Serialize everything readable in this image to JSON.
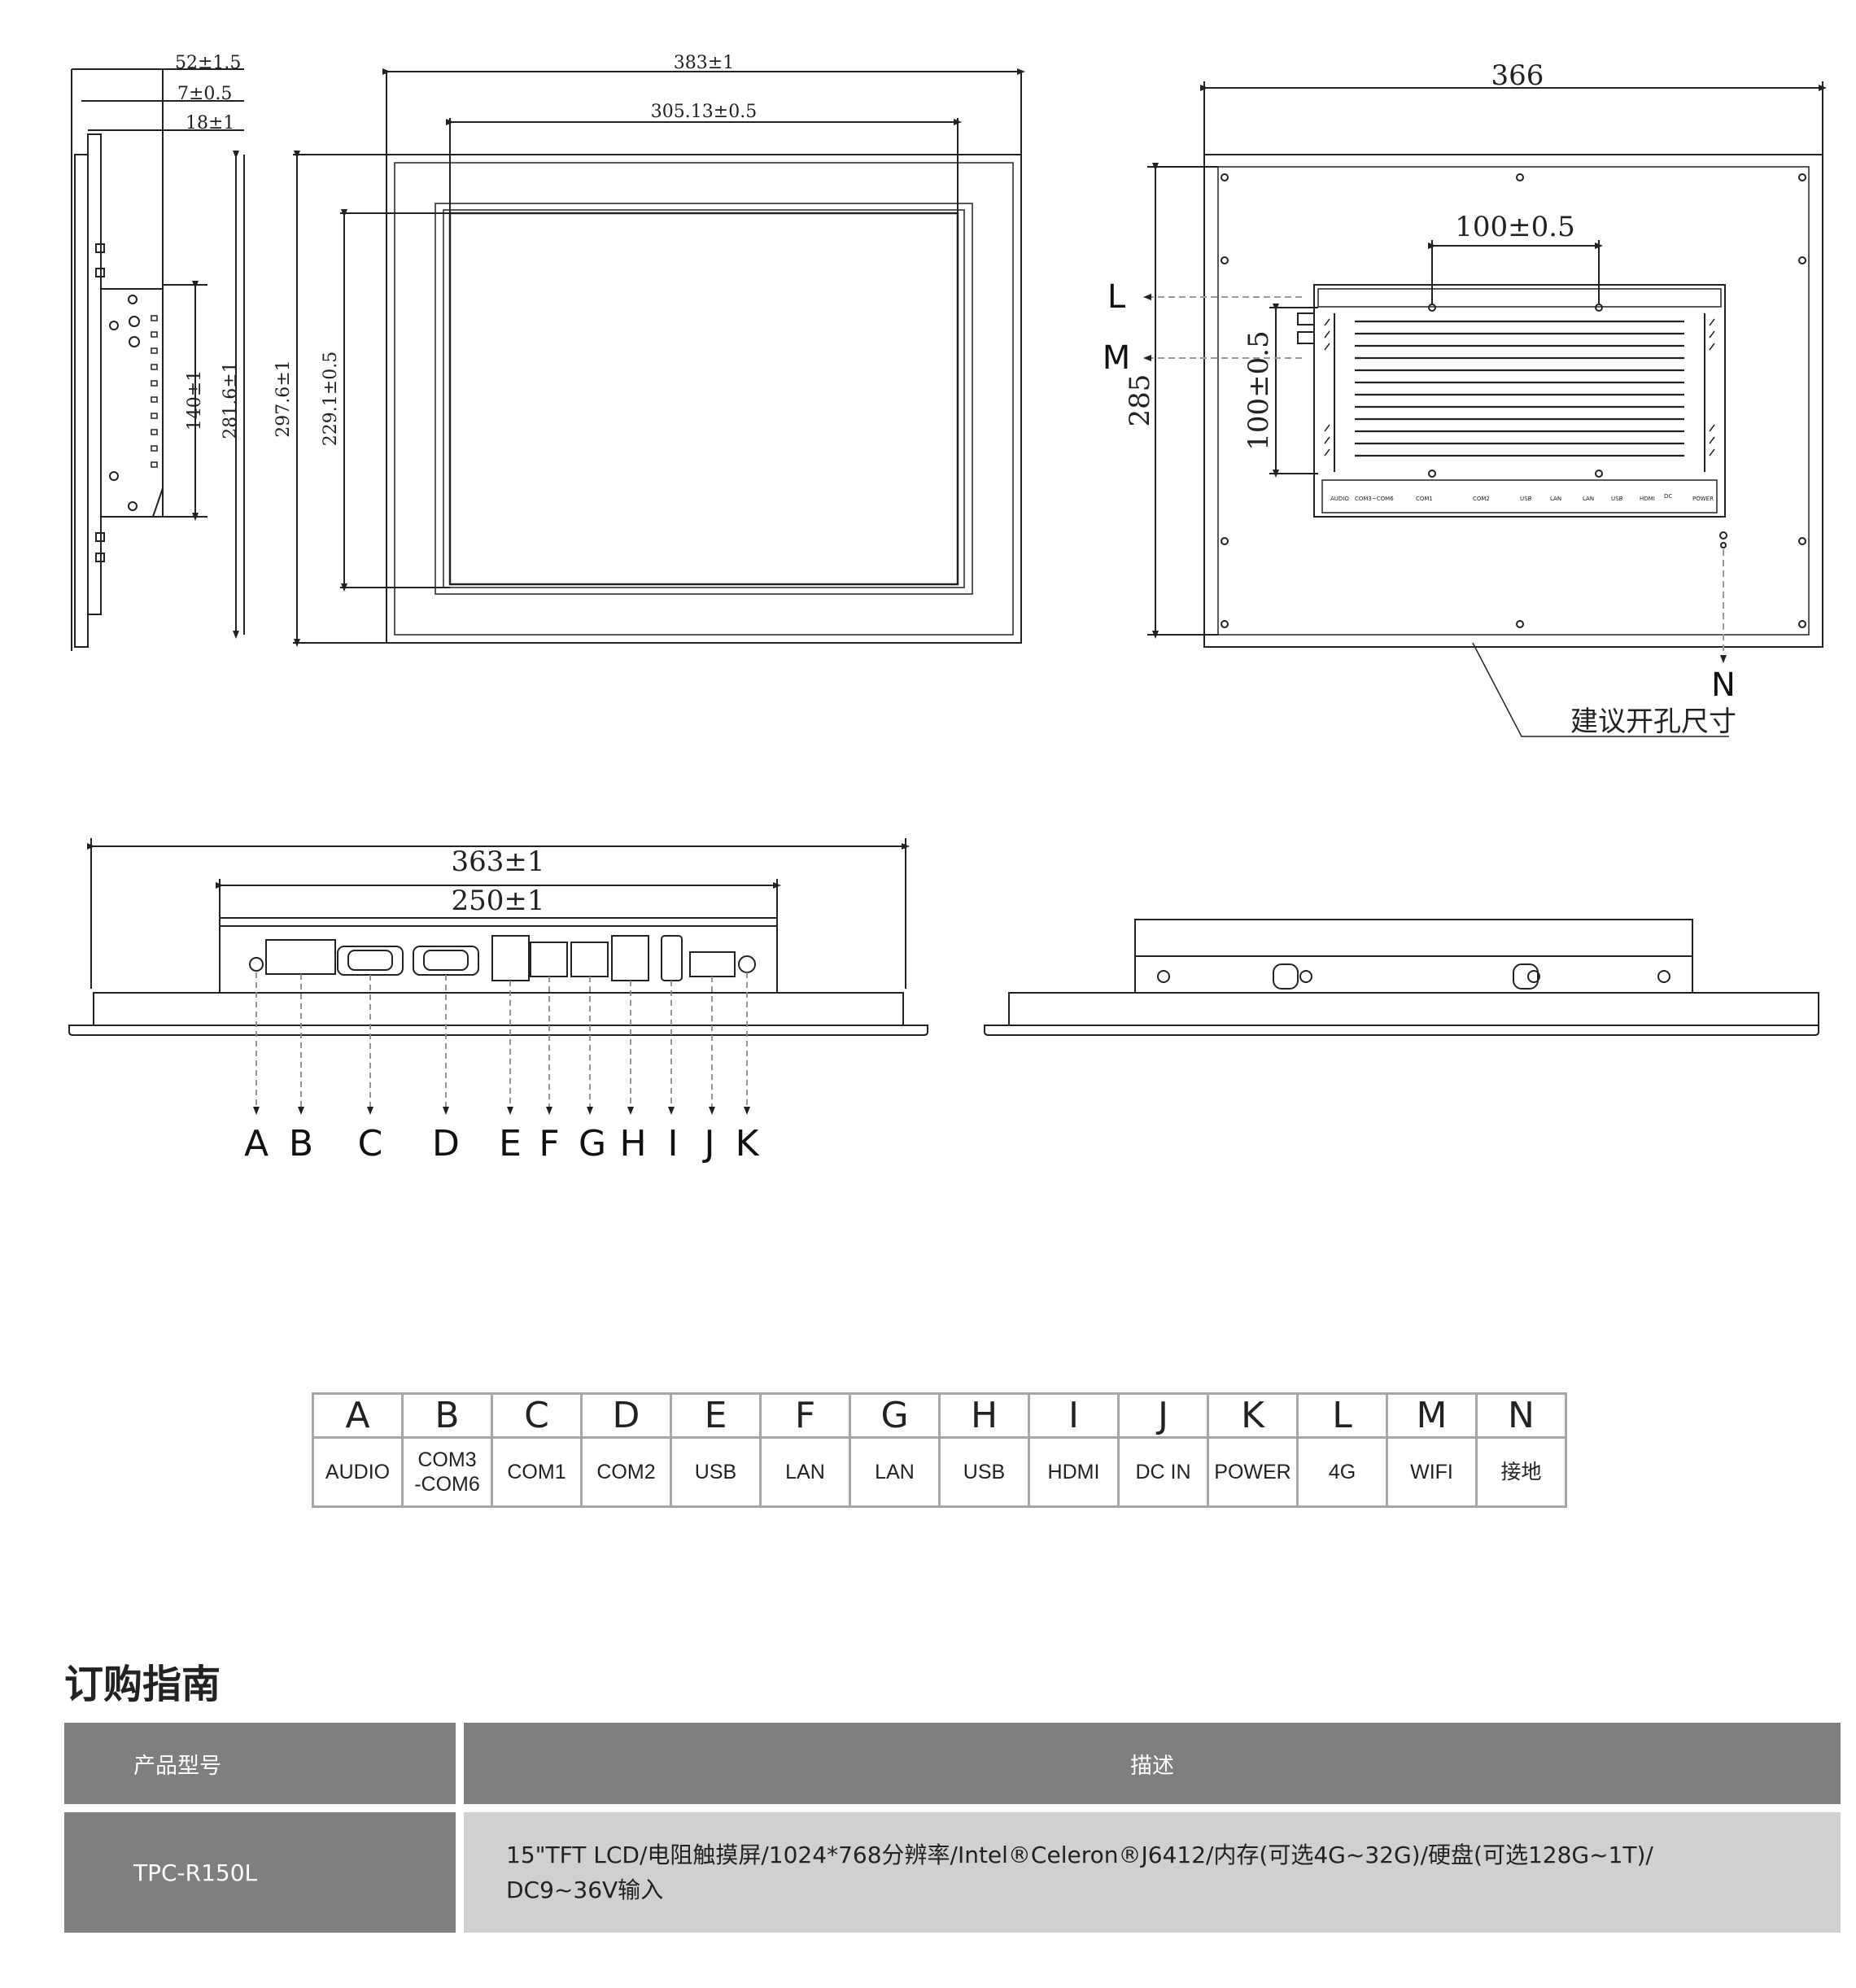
{
  "drawing": {
    "side_dims": [
      "52±1.5",
      "7±0.5",
      "18±1"
    ],
    "side_heights": [
      "140±1",
      "281.6±1"
    ],
    "front_width": "383±1",
    "front_inner_width": "305.13±0.5",
    "front_heights": [
      "297.6±1",
      "229.1±0.5"
    ],
    "back_width": "366",
    "back_height": "285",
    "back_spacing_h": "100±0.5",
    "back_spacing_v": "100±0.5",
    "back_letters": [
      "L",
      "M",
      "N"
    ],
    "cutout_note": "建议开孔尺寸",
    "back_port_labels": [
      "AUDIO",
      "COM3~COM6",
      "COM1",
      "COM2",
      "USB",
      "LAN",
      "LAN",
      "USB",
      "HDMI",
      "DC",
      "POWER"
    ],
    "bottom_widths": [
      "363±1",
      "250±1"
    ],
    "bottom_letters": [
      "A",
      "B",
      "C",
      "D",
      "E",
      "F",
      "G",
      "H",
      "I",
      "J",
      "K"
    ]
  },
  "ports": [
    {
      "letter": "A",
      "name": "AUDIO"
    },
    {
      "letter": "B",
      "name": "COM3\n-COM6"
    },
    {
      "letter": "C",
      "name": "COM1"
    },
    {
      "letter": "D",
      "name": "COM2"
    },
    {
      "letter": "E",
      "name": "USB"
    },
    {
      "letter": "F",
      "name": "LAN"
    },
    {
      "letter": "G",
      "name": "LAN"
    },
    {
      "letter": "H",
      "name": "USB"
    },
    {
      "letter": "I",
      "name": "HDMI"
    },
    {
      "letter": "J",
      "name": "DC IN"
    },
    {
      "letter": "K",
      "name": "POWER"
    },
    {
      "letter": "L",
      "name": "4G"
    },
    {
      "letter": "M",
      "name": "WIFI"
    },
    {
      "letter": "N",
      "name": "接地"
    }
  ],
  "ordering": {
    "title": "订购指南",
    "col_model": "产品型号",
    "col_desc": "描述",
    "model": "TPC-R150L",
    "desc_line1": "15\"TFT LCD/电阻触摸屏/1024*768分辨率/Intel®Celeron®J6412/内存(可选4G~32G)/硬盘(可选128G~1T)/",
    "desc_line2": "DC9~36V输入"
  }
}
